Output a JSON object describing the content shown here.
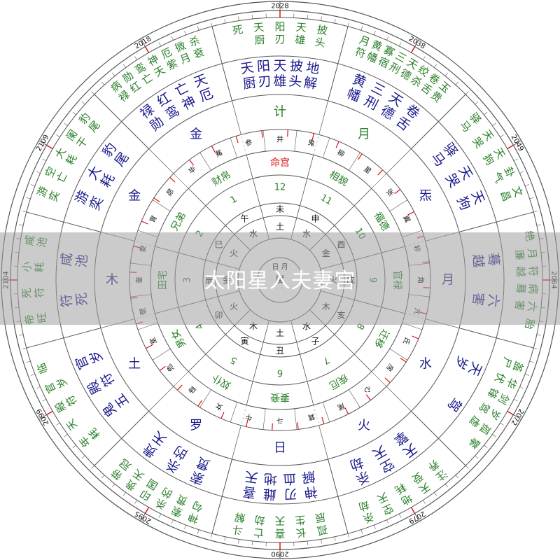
{
  "colors": {
    "ring_line": "#555555",
    "blue": "#1a1a8c",
    "green": "#2a7f2a",
    "red": "#e01010",
    "black": "#111111",
    "band": "#a0a0a0"
  },
  "year_markers": [
    "2028",
    "2038",
    "2049",
    "2064",
    "2072",
    "2079",
    "2090",
    "2095",
    "2099",
    "2104",
    "2109",
    "2018"
  ],
  "outer_palaces": [
    {
      "blue": [
        "天厨",
        "阳刃",
        "天雄",
        "披头",
        "地解"
      ],
      "green": [
        "死",
        "天厨",
        "阳刃",
        "天雄",
        "披头"
      ]
    },
    {
      "blue": [
        "黄幡",
        "三刑",
        "天德",
        "卷舌"
      ],
      "green": [
        "月符",
        "黄幡",
        "寡宿",
        "三刑",
        "天德",
        "绞杀",
        "卷舌",
        "玉贵"
      ]
    },
    {
      "blue": [
        "驿马",
        "天哭",
        "天狗"
      ],
      "green": [
        "驿马",
        "天哭",
        "天狗",
        "卦气",
        "文昌"
      ]
    },
    {
      "blue": [
        "蓦越",
        "六害"
      ],
      "green": [
        "绝",
        "月廉",
        "符越",
        "病蓦",
        "六害",
        "胎"
      ]
    },
    {
      "blue": [
        "天岁",
        "驾"
      ],
      "green": [
        "盖尸",
        "华伏",
        "剑锋",
        "岁驾",
        "孤虚",
        "擎"
      ]
    },
    {
      "blue": [
        "天擎",
        "空天",
        "杀劫"
      ],
      "green": [
        "注养",
        "天受",
        "地耗",
        "空天",
        "杀劫"
      ]
    },
    {
      "blue": [
        "神解",
        "刃血",
        "雌地",
        "喜天"
      ],
      "green": [
        "孤辰",
        "长生",
        "喜天",
        "亡劫",
        "斗解"
      ]
    },
    {
      "blue": [
        "索贯",
        "杀的",
        "贵天"
      ],
      "green": [
        "神勾",
        "索贯",
        "杀的",
        "印国",
        "贵天",
        "带冠"
      ]
    },
    {
      "blue": [
        "鬼五",
        "殿符",
        "官岁"
      ],
      "green": [
        "年耗",
        "天",
        "殿符",
        "官岁",
        "临"
      ]
    },
    {
      "blue": [
        "符死",
        "咸池"
      ],
      "green": [
        "帝旺",
        "死符",
        "小耗",
        "咸池"
      ]
    },
    {
      "blue": [
        "游奕",
        "大耗",
        "豹尾"
      ],
      "green": [
        "游奕",
        "空亡",
        "大耗",
        "阑干",
        "豹尾"
      ]
    },
    {
      "blue": [
        "禄勋",
        "红鸾",
        "亡神",
        "天厄"
      ],
      "green": [
        "病禄",
        "勋红",
        "鸾亡",
        "神天",
        "厄紫",
        "微月",
        "杀衰"
      ]
    }
  ],
  "star_ring": [
    "计",
    "月",
    "炁",
    "月",
    "水",
    "火",
    "日",
    "罗",
    "土",
    "木",
    "金",
    "金"
  ],
  "lodges": [
    "井",
    "鬼",
    "柳",
    "星",
    "张",
    "翼",
    "轸",
    "角",
    "亢",
    "氐",
    "房",
    "心",
    "尾",
    "箕",
    "斗",
    "牛",
    "女",
    "虚",
    "危",
    "室",
    "壁",
    "奎",
    "娄",
    "胃",
    "昴",
    "毕",
    "觜",
    "参"
  ],
  "palaces": [
    "命宫",
    "相貌",
    "福德",
    "官禄",
    "迁移",
    "疾厄",
    "妻妾",
    "奴仆",
    "男女",
    "田宅",
    "兄弟",
    "财帛"
  ],
  "palace_numbers": [
    "12",
    "11",
    "10",
    "9",
    "8",
    "7",
    "6",
    "5",
    "4",
    "3",
    "2",
    "1"
  ],
  "branches": [
    "未",
    "申",
    "酉",
    "戌",
    "亥",
    "子",
    "丑",
    "寅",
    "卯",
    "辰",
    "巳",
    "午"
  ],
  "elements": [
    "土",
    "水",
    "金",
    "火",
    "木",
    "水",
    "土",
    "木",
    "火",
    "金",
    "火",
    "水"
  ],
  "center": {
    "label": "度",
    "small": "日 月"
  },
  "overlay_title": "太阳星入夫妻宫"
}
